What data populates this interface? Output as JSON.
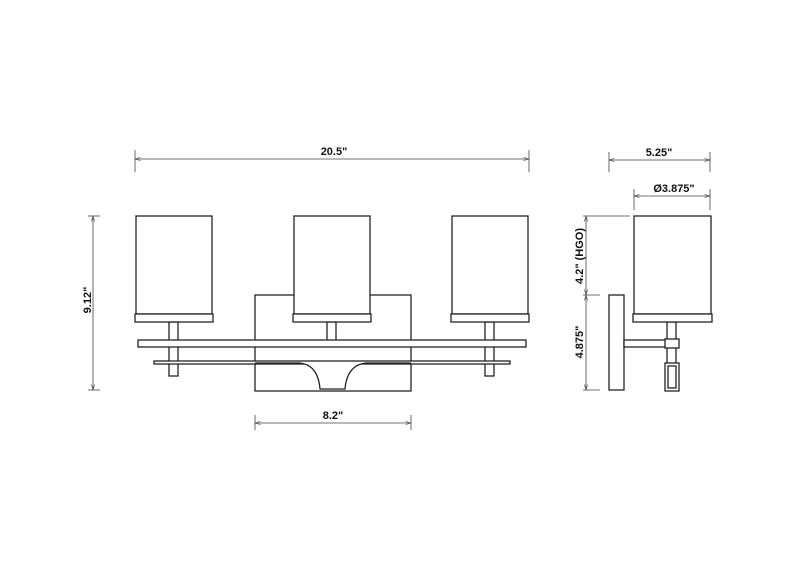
{
  "front_view": {
    "overall_width": "20.5\"",
    "overall_height": "9.12\"",
    "backplate_width": "8.2\""
  },
  "side_view": {
    "depth": "5.25\"",
    "shade_diameter": "Ø3.875\"",
    "shade_height": "4.2\" (HGO)",
    "lower_height": "4.875\""
  }
}
